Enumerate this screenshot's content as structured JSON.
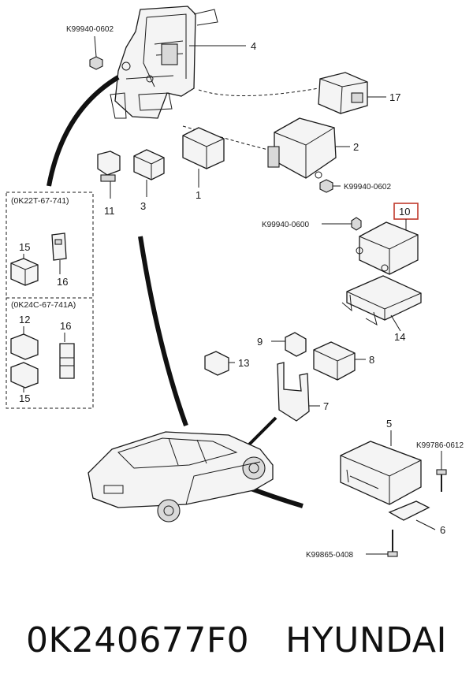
{
  "parts": {
    "p1": "1",
    "p2": "2",
    "p3": "3",
    "p4": "4",
    "p5": "5",
    "p6": "6",
    "p7": "7",
    "p8": "8",
    "p9": "9",
    "p10": "10",
    "p11": "11",
    "p12": "12",
    "p13": "13",
    "p14": "14",
    "p15a": "15",
    "p15b": "15",
    "p16a": "16",
    "p16b": "16",
    "p17": "17"
  },
  "codes": {
    "c1": "K99940-0602",
    "c2": "K99940-0602",
    "c3": "K99940-0600",
    "c4": "K99786-0612",
    "c5": "K99865-0408"
  },
  "boxes": {
    "box1_title": "(0K22T-67-741)",
    "box2_title": "(0K24C-67-741A)"
  },
  "highlight_color": "#c0392b",
  "footer": {
    "part_number": "0K240677F0",
    "brand": "HYUNDAI"
  }
}
